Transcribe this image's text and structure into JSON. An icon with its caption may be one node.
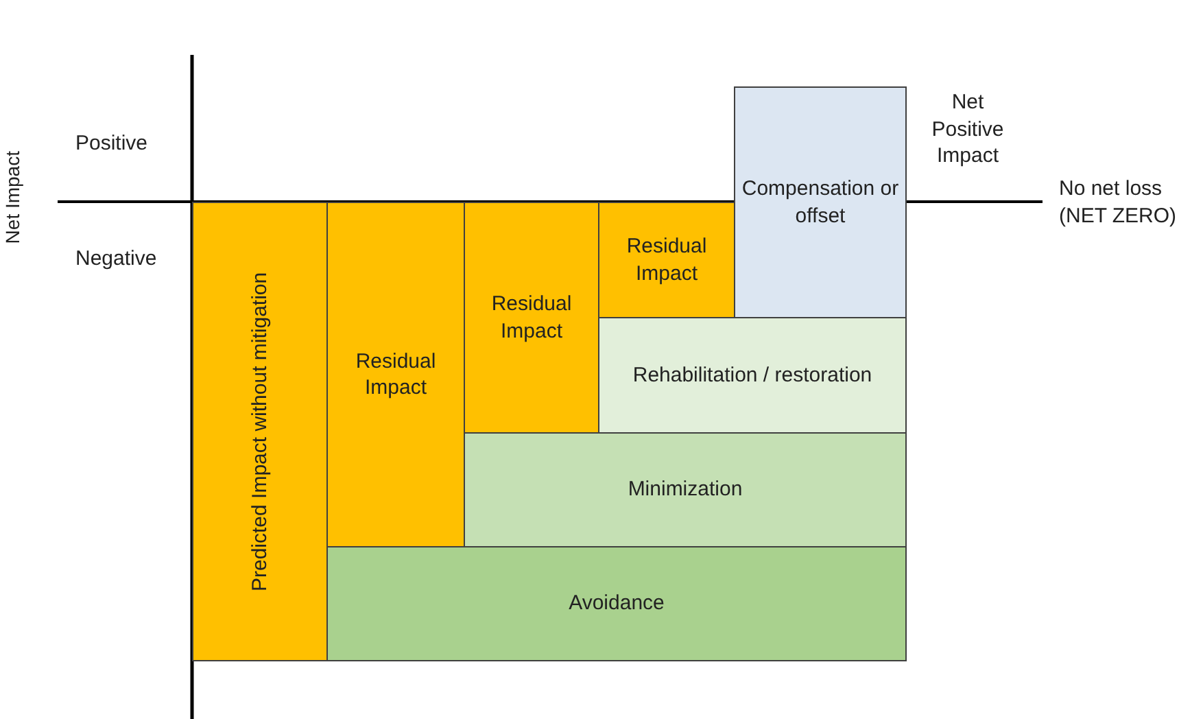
{
  "diagram": {
    "nodes": [
      {
        "text": [
          "Predicted Impact without mitigation"
        ]
      },
      {
        "text": [
          "Residual Impact"
        ]
      },
      {
        "text": [
          "Residual Impact"
        ]
      },
      {
        "text": [
          "Residual Impact"
        ]
      },
      {
        "text": [
          "Compensation or offset"
        ]
      },
      {
        "text": [
          "Rehabilitation / restoration"
        ]
      },
      {
        "text": [
          "Minimization"
        ]
      },
      {
        "text": [
          "Avoidance"
        ]
      }
    ],
    "labels": [
      "Net Impact",
      "Positive",
      "Negative",
      "Net Positive Impact",
      "No net loss (NET ZERO)"
    ]
  }
}
